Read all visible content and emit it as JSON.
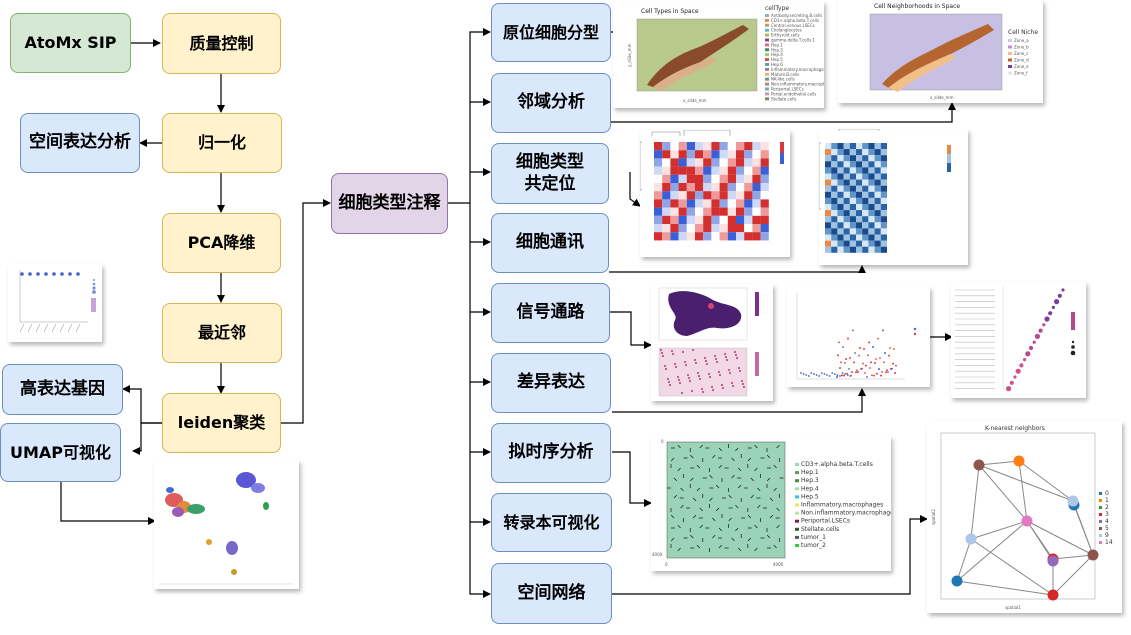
{
  "pipeline": {
    "atomx_sip": "AtoMx SIP",
    "quality_control": "质量控制",
    "spatial_expression": "空间表达分析",
    "normalization": "归一化",
    "pca": "PCA降维",
    "nearest_neighbor": "最近邻",
    "leiden": "leiden聚类",
    "high_expression": "高表达基因",
    "umap": "UMAP可视化",
    "cell_type_annotation": "细胞类型注释"
  },
  "analyses": {
    "in_situ_typing": "原位细胞分型",
    "neighborhood": "邻域分析",
    "colocalization": "细胞类型\n共定位",
    "communication": "细胞通讯",
    "signaling": "信号通路",
    "differential": "差异表达",
    "pseudotime": "拟时序分析",
    "transcript_viz": "转录本可视化",
    "spatial_network": "空间网络"
  },
  "thumbnails": {
    "cell_types_title": "Cell Types in Space",
    "cell_types_xlabel": "x_slide_mm",
    "cell_types_ylabel": "y_slide_mm",
    "cell_types_legend_title": "cellType",
    "cell_types_legend": [
      "Antibody.secreting.B.cells",
      "CD3+.alpha.beta.T.cells",
      "Central.venous.LSECs",
      "Cholangiocytes",
      "Erthyroid.cells",
      "gamma.delta.T.cells.1",
      "Hep.1",
      "Hep.3",
      "Hep.4",
      "Hep.5",
      "Hep.6",
      "Inflammatory.macrophages",
      "Mature.B.cells",
      "NK-like.cells",
      "Non.inflammatory.macrophages",
      "Periportal.LSECs",
      "Portal.endothelial.cells",
      "Stellate.cells"
    ],
    "neighborhoods_title": "Cell Neighborhoods in Space",
    "neighborhoods_xlabel": "x_slide_mm",
    "neighborhoods_legend_title": "Cell Niche",
    "neighborhoods_legend": [
      "Zone_a",
      "Zone_b",
      "Zone_c",
      "Zone_d",
      "Zone_e",
      "Zone_f"
    ],
    "pseudotime_legend": [
      "CD3+.alpha.beta.T.cells",
      "Hep.1",
      "Hep.3",
      "Hep.4",
      "Hep.5",
      "Inflammatory.macrophages",
      "Non.inflammatory.macrophages",
      "Periportal.LSECs",
      "Stellate.cells",
      "tumor_1",
      "tumor_2"
    ],
    "pseudotime_ticks": {
      "x0": "0",
      "x1": "4000",
      "y0": "0",
      "y1": "4000"
    },
    "knn_title": "K-nearest neighbors",
    "knn_xlabel": "spatial1",
    "knn_ylabel": "spatial2",
    "knn_legend": [
      "0",
      "1",
      "2",
      "3",
      "4",
      "5",
      "9",
      "14"
    ]
  },
  "colors": {
    "green_fill": "#d5e8d4",
    "yellow_fill": "#fff2cc",
    "blue_fill": "#dae8fc",
    "purple_fill": "#e1d5e7",
    "knn_clusters": [
      "#1f77b4",
      "#ff7f0e",
      "#2ca02c",
      "#d62728",
      "#9467bd",
      "#8c564b",
      "#aec7e8",
      "#e377c2"
    ]
  }
}
